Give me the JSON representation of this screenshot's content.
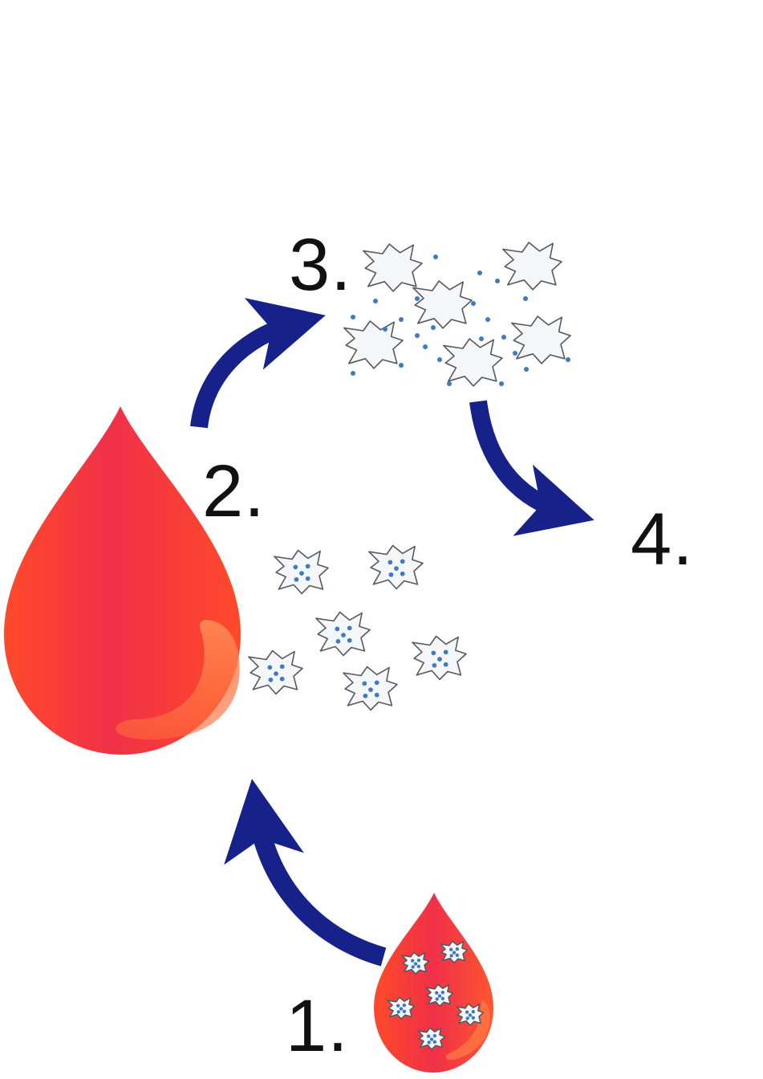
{
  "diagram": {
    "steps": [
      {
        "id": "1",
        "label": "1."
      },
      {
        "id": "2",
        "label": "2."
      },
      {
        "id": "3",
        "label": "3."
      },
      {
        "id": "4",
        "label": "4."
      }
    ]
  },
  "colors": {
    "drop_red": "#f03048",
    "drop_orange": "#ff4a2a",
    "arrow_navy": "#16228a",
    "cell_fill": "#f4f6f8",
    "cell_stroke": "#555a60",
    "granule_blue": "#3a7ac8",
    "label_text": "#111111"
  },
  "icons": {
    "large_drop": "blood-drop-icon",
    "small_drop": "blood-drop-icon",
    "platelet": "platelet-cell-icon",
    "granule": "granule-dot-icon",
    "arrow": "curved-arrow-icon"
  }
}
